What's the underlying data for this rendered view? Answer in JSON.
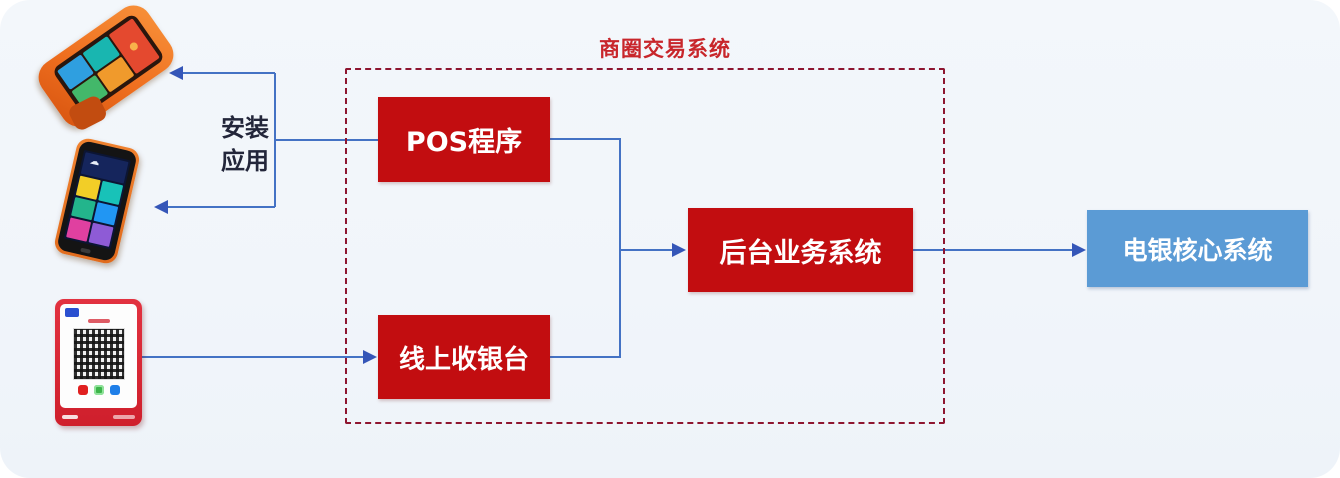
{
  "diagram": {
    "group_title": "商圈交易系统",
    "install_label": "安装应用",
    "nodes": {
      "pos_app": {
        "label": "POS程序"
      },
      "online_cashier": {
        "label": "线上收银台"
      },
      "backend": {
        "label": "后台业务系统"
      },
      "core": {
        "label": "电银核心系统"
      }
    },
    "images": {
      "pos_terminal": "handheld-pos-terminal",
      "smart_pos": "smart-pos-phone",
      "qr_card": "qr-payment-code-card"
    },
    "connections": [
      {
        "from": "pos_app",
        "to": "backend",
        "arrow": true
      },
      {
        "from": "online_cashier",
        "to": "backend",
        "arrow": true
      },
      {
        "from": "backend",
        "to": "core",
        "arrow": true
      },
      {
        "from": "qr_card",
        "to": "online_cashier",
        "arrow": true
      },
      {
        "from": "pos_app",
        "to": "pos_terminal",
        "arrow": true,
        "label": "安装应用"
      },
      {
        "from": "pos_app",
        "to": "smart_pos",
        "arrow": true,
        "label": "安装应用"
      }
    ],
    "colors": {
      "node_red": "#c20d10",
      "node_blue": "#5b9bd5",
      "connector_blue": "#4472c4",
      "arrowhead_blue": "#3556b8",
      "boundary_dash_red": "#8e1630",
      "title_red": "#c8262b",
      "annotation_dark": "#23263a",
      "background": "#f1f5fa"
    }
  }
}
